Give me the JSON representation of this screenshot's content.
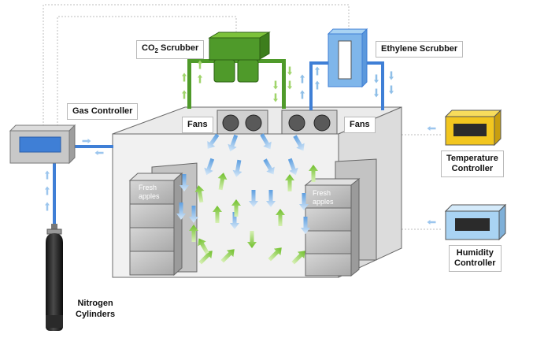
{
  "labels": {
    "co2_main": "CO",
    "co2_sub": "2",
    "co2_rest": " Scrubber",
    "ethylene_scrubber": "Ethylene Scrubber",
    "gas_controller": "Gas Controller",
    "fans_left": "Fans",
    "fans_right": "Fans",
    "temperature_line1": "Temperature",
    "temperature_line2": "Controller",
    "humidity_line1": "Humidity",
    "humidity_line2": "Controller",
    "nitrogen_line1": "Nitrogen",
    "nitrogen_line2": "Cylinders",
    "apples_left_line1": "Fresh",
    "apples_left_line2": "apples",
    "apples_right_line1": "Fresh",
    "apples_right_line2": "apples"
  },
  "colors": {
    "scrubber_green": "#4f9a2a",
    "air_green": "#7cc23a",
    "air_blue": "#6fa8e0",
    "pipe_blue": "#3f7fd6",
    "temperature_yellow": "#f2c61f",
    "humidity_blue": "#a9d3f3",
    "box_gray": "#b8b8b8"
  }
}
